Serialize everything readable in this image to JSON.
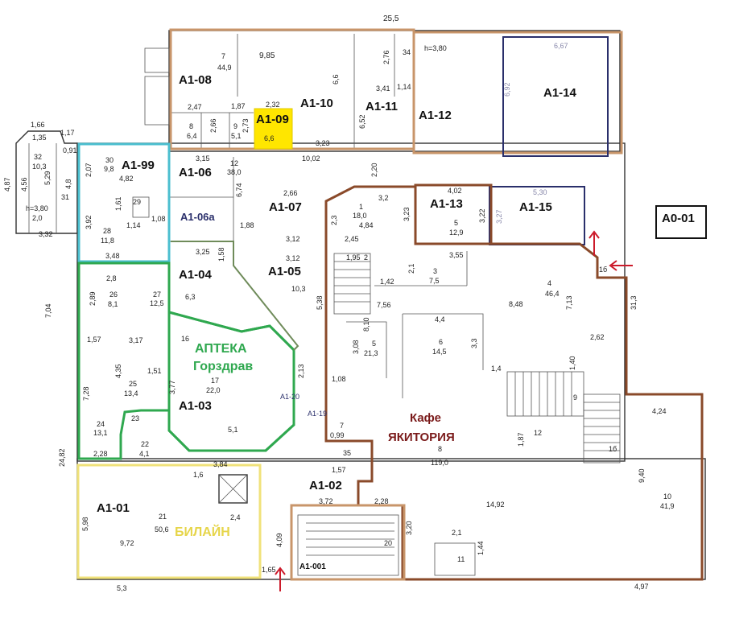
{
  "colors": {
    "orange": "#c8956a",
    "brown": "#8a4a2a",
    "green": "#2fa84f",
    "cyan": "#4bbfcf",
    "yellow_outline": "#f0e27a",
    "yellow_fill": "#ffe600",
    "arrow": "#cc1b2b",
    "navy": "#2a2f6b"
  },
  "tenants": {
    "apteka_line1": "АПТЕКА",
    "apteka_line2": "Горздрав",
    "beeline": "БИЛАЙН",
    "cafe_line1": "Кафе",
    "cafe_line2": "ЯКИТОРИЯ"
  },
  "rooms": {
    "a1_08": "A1-08",
    "a1_09": "A1-09",
    "a1_10": "A1-10",
    "a1_11": "A1-11",
    "a1_12": "A1-12",
    "a1_14": "A1-14",
    "a1_99": "A1-99",
    "a1_06": "A1-06",
    "a1_06a": "A1-06a",
    "a1_07": "A1-07",
    "a1_13": "A1-13",
    "a1_15": "A1-15",
    "a0_01": "A0-01",
    "a1_04": "A1-04",
    "a1_05": "A1-05",
    "a1_03": "A1-03",
    "a1_01": "A1-01",
    "a1_02": "A1-02",
    "a1_001": "A1-001",
    "a1_19": "A1-19",
    "a1_20": "A1-20"
  },
  "dims": {
    "t01": "25,5",
    "t02": "h=3,80",
    "t03": "34",
    "t04": "6,67",
    "t05": "6,92",
    "t06": "7",
    "t07": "44,9",
    "t08": "9,85",
    "t09": "6,6",
    "t10": "2,76",
    "t11": "3,41",
    "t12": "1,14",
    "t13": "2,47",
    "t14": "1,87",
    "t15": "2,32",
    "t16": "2,66",
    "t17": "2,73",
    "t18": "6,52",
    "t19": "8",
    "t20": "6,4",
    "t21": "9",
    "t22": "5,1",
    "t23": "6,6",
    "t24": "3,23",
    "t25": "1,66",
    "t26": "1,17",
    "t27": "32",
    "t28": "10,3",
    "t29": "1,35",
    "t30": "0,91",
    "t31": "4,87",
    "t32": "4,56",
    "t33": "5,29",
    "t34": "31",
    "t35": "h=3,80",
    "t36": "2,0",
    "t37": "3,32",
    "t38": "4,8",
    "t39": "30",
    "t40": "9,8",
    "t41": "2,07",
    "t42": "4,82",
    "t43": "3,15",
    "t44": "12",
    "t45": "38,0",
    "t46": "10,02",
    "t47": "2,20",
    "t48": "1,61",
    "t49": "29",
    "t50": "1,14",
    "t51": "1,08",
    "t52": "3,92",
    "t53": "28",
    "t54": "11,8",
    "t55": "3,48",
    "t56": "6,74",
    "t57": "1,88",
    "t58": "2,66",
    "t59": "3,12",
    "t60": "3,12",
    "t61": "10,3",
    "t62": "3,25",
    "t63": "1,58",
    "t64": "6,3",
    "t65": "3,2",
    "t66": "1",
    "t67": "18,0",
    "t68": "4,84",
    "t69": "2,3",
    "t70": "2,45",
    "t71": "3,23",
    "t72": "4,02",
    "t73": "5",
    "t74": "12,9",
    "t75": "3,22",
    "t76": "5,30",
    "t77": "3,27",
    "t78": "1,95",
    "t79": "2",
    "t80": "1,42",
    "t81": "2,1",
    "t82": "3",
    "t83": "7,5",
    "t84": "3,55",
    "t85": "1б",
    "t86": "4",
    "t87": "46,4",
    "t88": "8,48",
    "t89": "7,13",
    "t90": "31,3",
    "t91": "2,8",
    "t92": "26",
    "t93": "8,1",
    "t94": "2,89",
    "t95": "27",
    "t96": "12,5",
    "t97": "7,04",
    "t98": "1,57",
    "t99": "3,17",
    "t100": "16",
    "t101": "4,35",
    "t102": "25",
    "t103": "13,4",
    "t104": "1,51",
    "t105": "3,77",
    "t106": "17",
    "t107": "22,0",
    "t108": "7,28",
    "t109": "24",
    "t110": "13,1",
    "t111": "23",
    "t112": "22",
    "t113": "4,1",
    "t114": "2,28",
    "t115": "5,1",
    "t116": "2,13",
    "t117": "5,38",
    "t118": "7,56",
    "t119": "8,10",
    "t120": "3,08",
    "t121": "5",
    "t122": "21,3",
    "t123": "4,4",
    "t124": "6",
    "t125": "14,5",
    "t126": "3,3",
    "t127": "1,08",
    "t128": "1,4",
    "t129": "1,40",
    "t130": "2,62",
    "t131": "7",
    "t132": "0,99",
    "t133": "35",
    "t134": "8",
    "t135": "119,0",
    "t136": "1,87",
    "t137": "12",
    "t138": "9",
    "t139": "1б",
    "t140": "4,24",
    "t141": "9,40",
    "t142": "10",
    "t143": "41,9",
    "t144": "24,82",
    "t145": "3,84",
    "t146": "1,6",
    "t147": "1,57",
    "t148": "5,98",
    "t149": "21",
    "t150": "50,6",
    "t151": "2,4",
    "t152": "9,72",
    "t153": "3,72",
    "t154": "2,28",
    "t155": "4,09",
    "t156": "20",
    "t157": "3,20",
    "t158": "14,92",
    "t159": "2,1",
    "t160": "1,44",
    "t161": "11",
    "t162": "1,65",
    "t163": "5,3",
    "t164": "4,97"
  }
}
